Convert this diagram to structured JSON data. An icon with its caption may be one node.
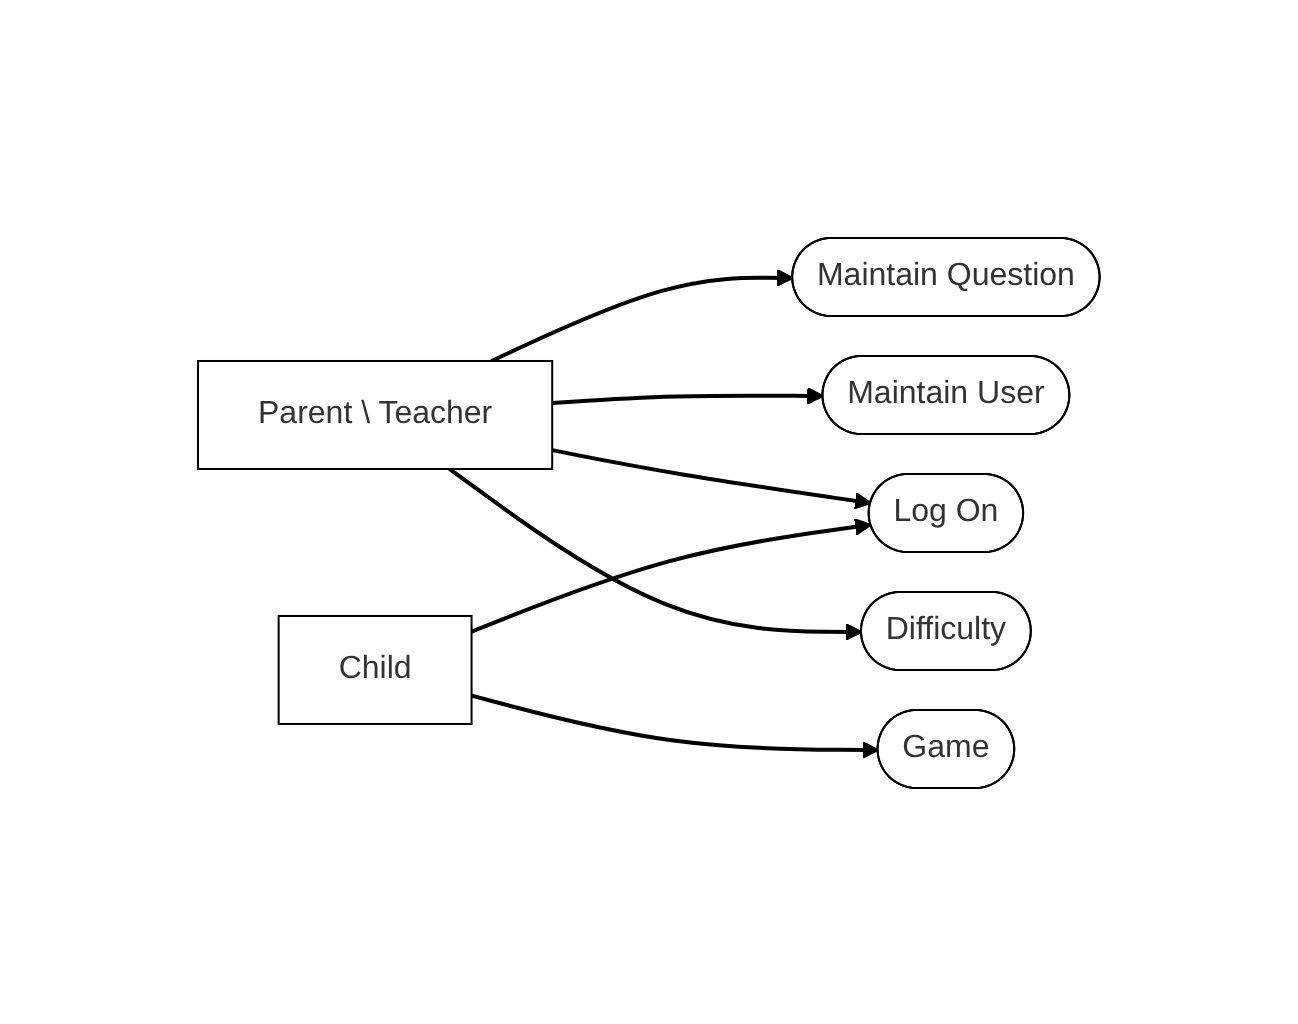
{
  "diagram": {
    "nodes": [
      {
        "text": [
          "Parent \\ Teacher"
        ]
      },
      {
        "text": [
          "Maintain Question"
        ]
      },
      {
        "text": [
          "Maintain User"
        ]
      },
      {
        "text": [
          "Log On"
        ]
      },
      {
        "text": [
          "Game"
        ]
      },
      {
        "text": [
          "Difficulty"
        ]
      },
      {
        "text": [
          "Child"
        ]
      }
    ],
    "edges": [
      {
        "from": 0,
        "to": 1,
        "arrow": "to"
      },
      {
        "from": 0,
        "to": 2,
        "arrow": "to"
      },
      {
        "from": 0,
        "to": 3,
        "arrow": "to"
      },
      {
        "from": 0,
        "to": 5,
        "arrow": "to"
      },
      {
        "from": 6,
        "to": 3,
        "arrow": "to"
      },
      {
        "from": 6,
        "to": 4,
        "arrow": "to"
      }
    ]
  }
}
